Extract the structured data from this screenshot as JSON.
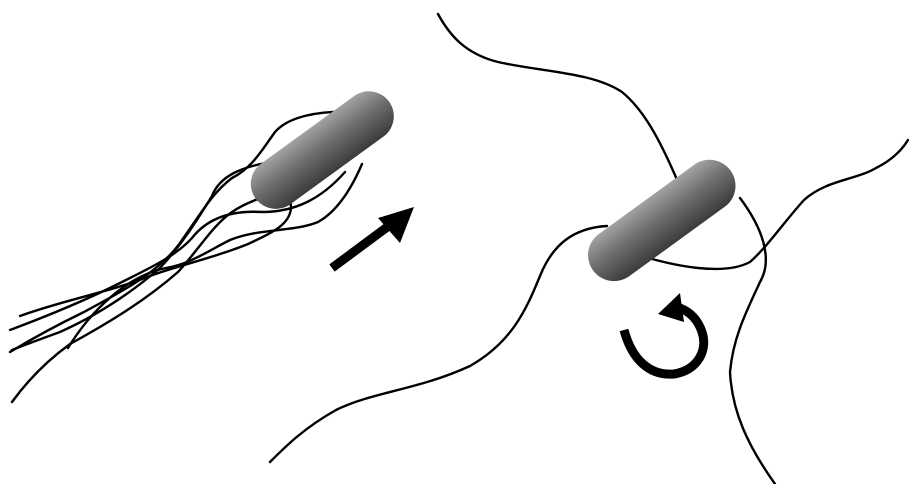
{
  "scenes": [
    {
      "id": "run",
      "flagella_bundled": true,
      "motion": "straight-arrow"
    },
    {
      "id": "tumble",
      "flagella_bundled": false,
      "motion": "rotation-arrow"
    }
  ],
  "colors": {
    "background": "#ffffff",
    "flagellum": "#000000",
    "arrow": "#000000",
    "cell_highlight": "#a2a2a2",
    "cell_body": "#6e6e6e",
    "cell_shadow": "#3b3b3b"
  },
  "icons": {
    "run_arrow": "straight-arrow-icon",
    "tumble_arrow": "curved-rotation-arrow-icon"
  }
}
